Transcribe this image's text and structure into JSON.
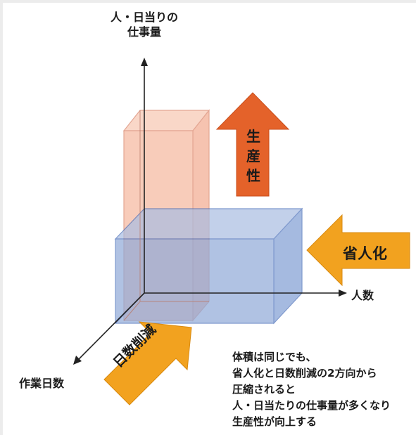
{
  "axes": {
    "y_label_line1": "人・日当りの",
    "y_label_line2": "仕事量",
    "x_label": "人数",
    "depth_label": "作業日数"
  },
  "arrows": {
    "productivity": {
      "chars": [
        "生",
        "産",
        "性"
      ],
      "color": "#e4622a"
    },
    "labor_saving": {
      "label": "省人化",
      "color": "#f2a21f"
    },
    "days_reduction": {
      "label": "日数削減",
      "color": "#f2a21f"
    }
  },
  "boxes": {
    "tall": {
      "fill": "#f6b9a0",
      "stroke": "#d9846a"
    },
    "wide": {
      "fill": "#8fa9d8",
      "stroke": "#4a6eb8"
    }
  },
  "note": {
    "lines": [
      "体積は同じでも、",
      "省人化と日数削減の2方向から",
      "圧縮されると",
      "人・日当たりの仕事量が多くなり",
      "生産性が向上する"
    ]
  }
}
